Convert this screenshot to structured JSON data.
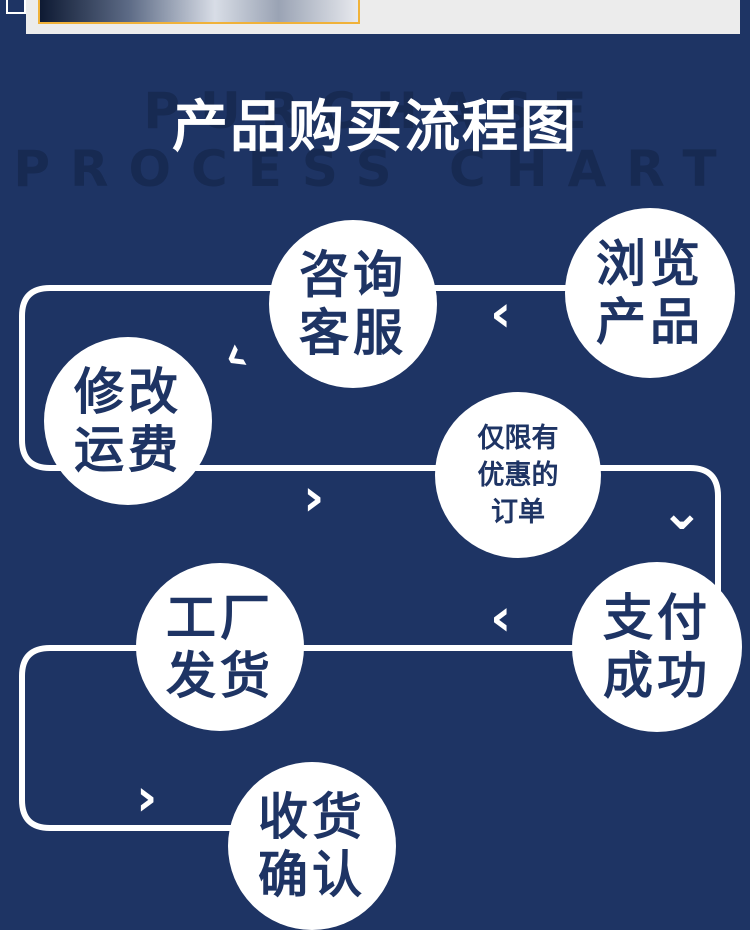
{
  "title": "产品购买流程图",
  "background_word": "PURCHASE PROCESS CHART",
  "steps": [
    {
      "label": "浏览\n产品"
    },
    {
      "label": "咨询\n客服"
    },
    {
      "label": "修改\n运费"
    },
    {
      "label": "仅限有\n优惠的\n订单"
    },
    {
      "label": "支付\n成功"
    },
    {
      "label": "工厂\n发货"
    },
    {
      "label": "收货\n确认"
    }
  ],
  "icons": {
    "arrow_left": "‹",
    "arrow_right": "›",
    "arrow_down": "⌄"
  },
  "colors": {
    "background": "#1e3464",
    "circle": "#ffffff",
    "text": "#1e3464"
  }
}
